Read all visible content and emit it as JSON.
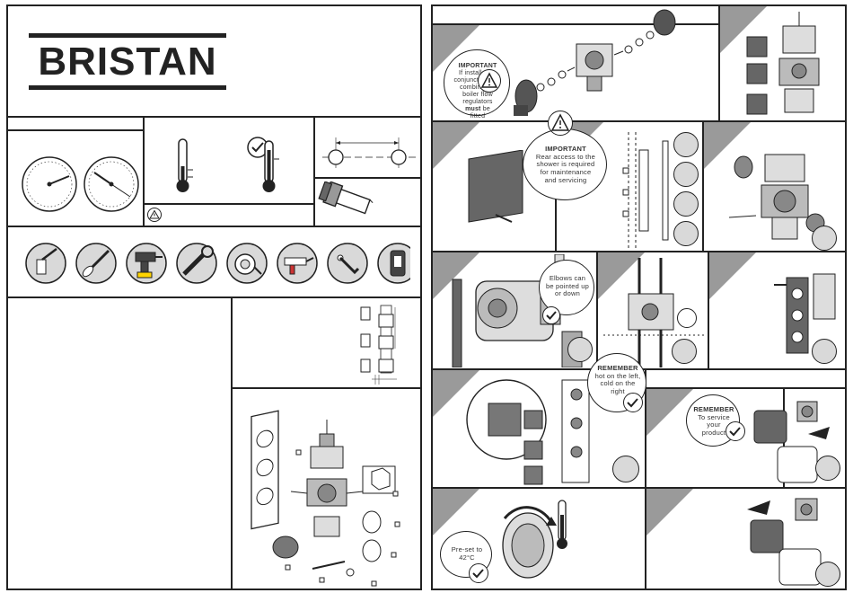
{
  "brand": {
    "name": "BRISTAN"
  },
  "panels": {
    "important_combi": {
      "title": "IMPORTANT",
      "line1": "If installed in",
      "line2": "conjunction with",
      "line3": "combination",
      "line4": "boiler flow",
      "line5": "regulators",
      "must": "must",
      "be": "be",
      "line7": "fitted"
    },
    "important_access": {
      "title": "IMPORTANT",
      "line1": "Rear access to the",
      "line2": "shower is required",
      "line3": "for maintenance",
      "line4": "and servicing"
    },
    "elbows": {
      "line1": "Elbows can",
      "line2": "be pointed up",
      "line3": "or down"
    },
    "remember_hot": {
      "title": "REMEMBER",
      "line1": "hot on the left,",
      "line2": "cold on the",
      "line3": "right"
    },
    "remember_service": {
      "title": "REMEMBER",
      "line1": "To service",
      "line2": "your",
      "line3": "product"
    },
    "preset": {
      "line1": "Pre-set to",
      "line2": "42°C"
    }
  },
  "colors": {
    "ink": "#222222",
    "panel_grey": "#d9d9d9",
    "dark_grey": "#6b6b6b",
    "triangle_grey": "#9a9a9a"
  }
}
